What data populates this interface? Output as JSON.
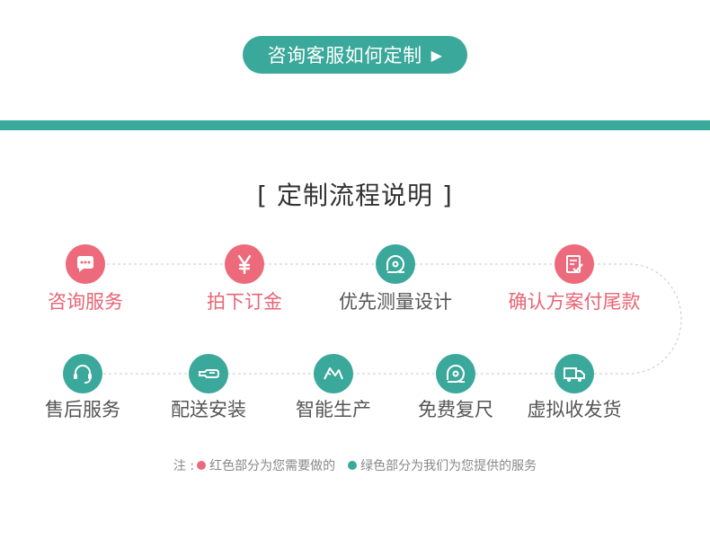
{
  "cta": {
    "label": "咨询客服如何定制",
    "arrow": "▶"
  },
  "title": "[  定制流程说明  ]",
  "colors": {
    "accent_green": "#3aa89a",
    "accent_red": "#ec6a7b"
  },
  "steps_row1": [
    {
      "label": "咨询服务",
      "icon": "chat-icon",
      "type": "red"
    },
    {
      "label": "拍下订金",
      "icon": "yen-icon",
      "type": "red"
    },
    {
      "label": "优先测量设计",
      "icon": "tape-measure-icon",
      "type": "green"
    },
    {
      "label": "确认方案付尾款",
      "icon": "checklist-icon",
      "type": "red"
    }
  ],
  "steps_row2": [
    {
      "label": "售后服务",
      "icon": "headset-icon",
      "type": "green"
    },
    {
      "label": "配送安装",
      "icon": "wrench-icon",
      "type": "green"
    },
    {
      "label": "智能生产",
      "icon": "production-icon",
      "type": "green"
    },
    {
      "label": "免费复尺",
      "icon": "tape-measure-icon",
      "type": "green"
    },
    {
      "label": "虚拟收发货",
      "icon": "truck-icon",
      "type": "green"
    }
  ],
  "note": {
    "prefix": "注 :",
    "red_text": "红色部分为您需要做的",
    "green_text": "绿色部分为我们为您提供的服务"
  }
}
